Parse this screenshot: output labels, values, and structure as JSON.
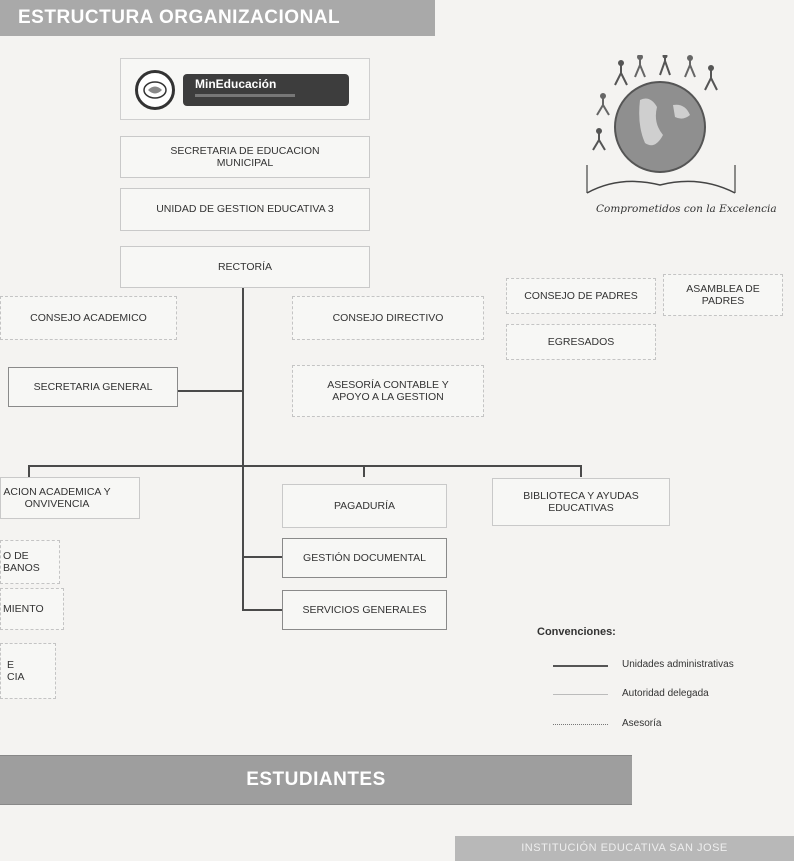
{
  "header": {
    "title": "ESTRUCTURA ORGANIZACIONAL"
  },
  "logo": {
    "brand_text": "MinEducación"
  },
  "emblem": {
    "slogan": "Comprometidos con la Excelencia"
  },
  "org": {
    "secretaria_municipal": "SECRETARIA DE EDUCACION MUNICIPAL",
    "unidad_gestion": "UNIDAD DE GESTION EDUCATIVA 3",
    "rectoria": "RECTORÍA",
    "consejo_academico": "CONSEJO ACADEMICO",
    "consejo_directivo": "CONSEJO DIRECTIVO",
    "consejo_padres": "CONSEJO DE PADRES",
    "asamblea_padres": "ASAMBLEA DE PADRES",
    "egresados": "EGRESADOS",
    "secretaria_general": "SECRETARIA GENERAL",
    "asesoria_contable": "ASESORÍA CONTABLE Y APOYO A LA GESTION",
    "coordinacion": "ACION ACADEMICA Y ONVIVENCIA",
    "personero_line1": "O DE",
    "personero_line2": "BANOS",
    "mejoramiento": "MIENTO",
    "convivencia_line1": "E",
    "convivencia_line2": "CIA",
    "pagaduria": "PAGADURÍA",
    "gestion_documental": "GESTIÓN DOCUMENTAL",
    "servicios_generales": "SERVICIOS GENERALES",
    "biblioteca": "BIBLIOTECA Y AYUDAS EDUCATIVAS"
  },
  "conventions": {
    "title": "Convenciones:",
    "items": [
      "Unidades administrativas",
      "Autoridad delegada",
      "Asesoría"
    ]
  },
  "students": {
    "title": "ESTUDIANTES"
  },
  "footer": {
    "institution": "INSTITUCIÓN EDUCATIVA SAN JOSE"
  }
}
